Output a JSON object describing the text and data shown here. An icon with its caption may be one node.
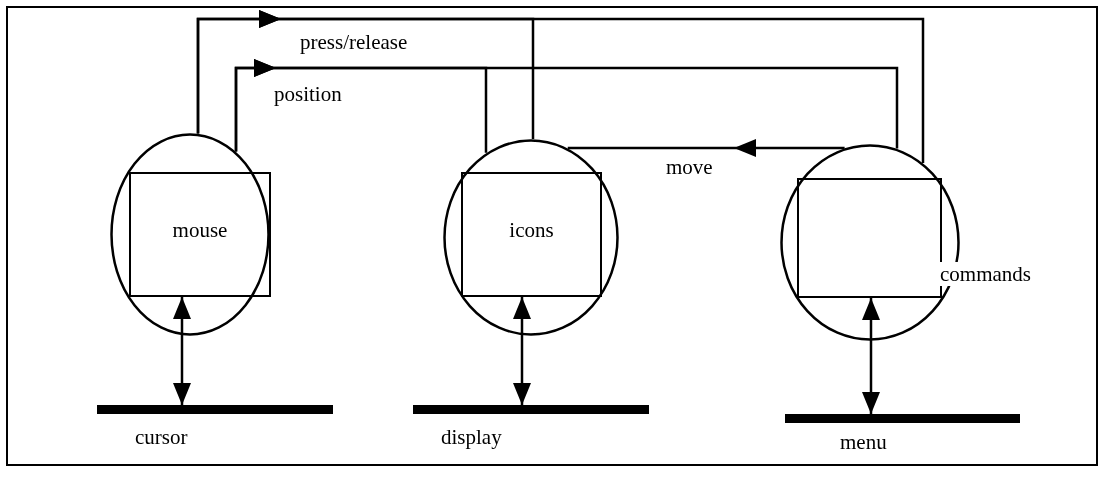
{
  "diagram": {
    "nodes": [
      {
        "text": [],
        "shape": "circle"
      },
      {
        "text": [
          "mouse"
        ],
        "in": 0
      },
      {
        "text": [],
        "shape": "circle"
      },
      {
        "text": [
          "icons"
        ],
        "in": 2
      },
      {
        "text": [],
        "shape": "circle"
      },
      {
        "text": [],
        "shape": "box",
        "in": 4
      },
      {
        "text": [
          "cursor"
        ]
      },
      {
        "text": [
          "display"
        ]
      },
      {
        "text": [
          "menu"
        ]
      }
    ],
    "edges": [
      {
        "from": 0,
        "to": 2,
        "arrow": "to",
        "label": "press/release"
      },
      {
        "from": 0,
        "to": 4,
        "arrow": "to"
      },
      {
        "from": 0,
        "to": 2,
        "arrow": "to",
        "label": "position"
      },
      {
        "from": 0,
        "to": 4,
        "arrow": "to"
      },
      {
        "from": 4,
        "to": 2,
        "arrow": "to",
        "label": "move"
      },
      {
        "from": 1,
        "to": 6,
        "arrow": "both"
      },
      {
        "from": 3,
        "to": 7,
        "arrow": "both"
      },
      {
        "from": 5,
        "to": 8,
        "arrow": "both",
        "label": "commands"
      }
    ]
  }
}
